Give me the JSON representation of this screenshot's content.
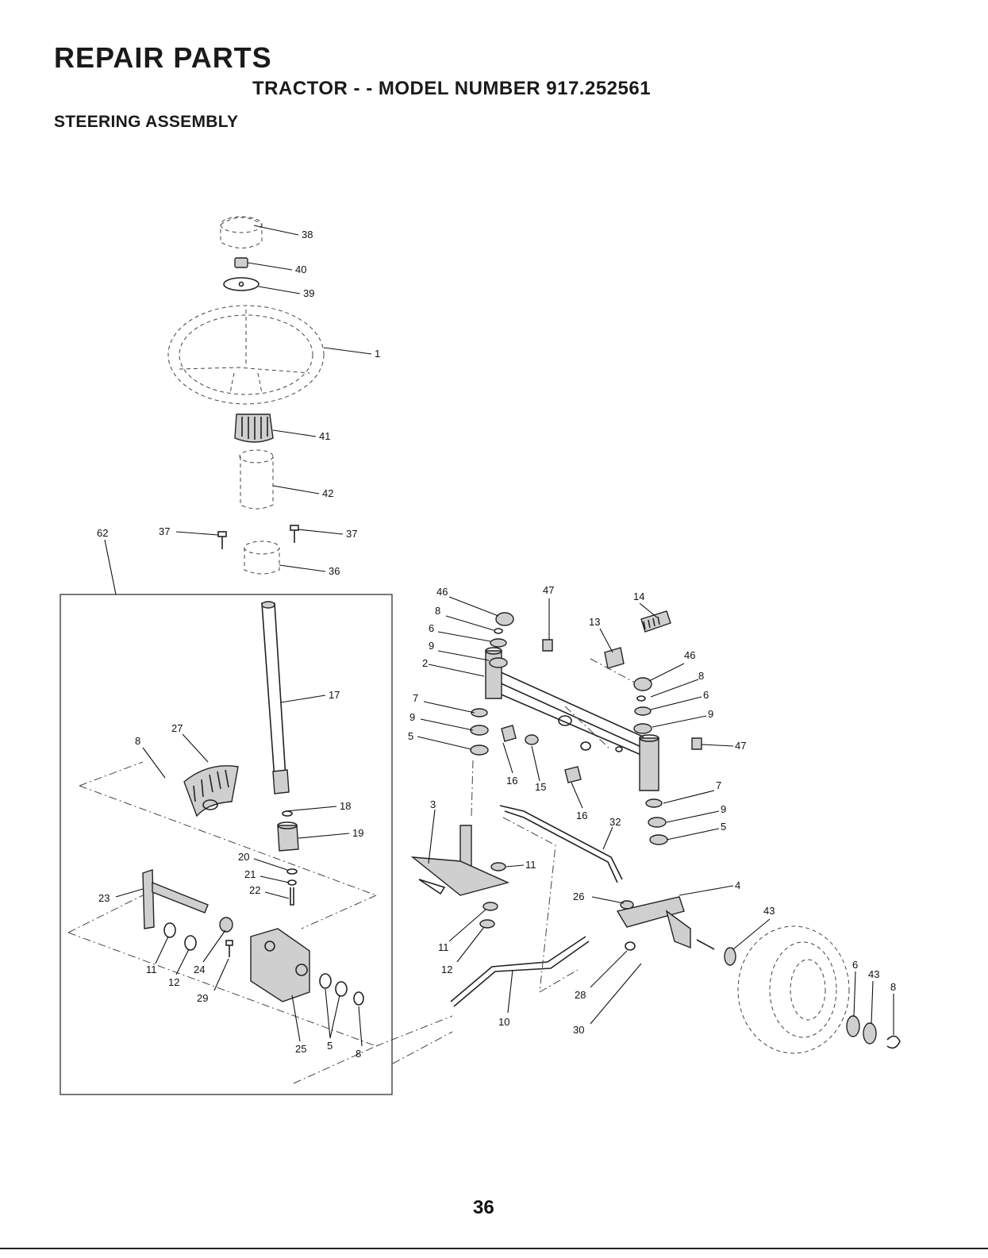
{
  "header": {
    "title": "REPAIR PARTS",
    "subtitle": "TRACTOR - - MODEL NUMBER 917.252561",
    "section": "STEERING ASSEMBLY"
  },
  "page_number": "36",
  "callouts": [
    {
      "id": "c38",
      "label": "38"
    },
    {
      "id": "c40",
      "label": "40"
    },
    {
      "id": "c39",
      "label": "39"
    },
    {
      "id": "c1",
      "label": "1"
    },
    {
      "id": "c41",
      "label": "41"
    },
    {
      "id": "c42",
      "label": "42"
    },
    {
      "id": "c62",
      "label": "62"
    },
    {
      "id": "c37a",
      "label": "37"
    },
    {
      "id": "c37b",
      "label": "37"
    },
    {
      "id": "c36",
      "label": "36"
    },
    {
      "id": "c17",
      "label": "17"
    },
    {
      "id": "c27",
      "label": "27"
    },
    {
      "id": "c8a",
      "label": "8"
    },
    {
      "id": "c18",
      "label": "18"
    },
    {
      "id": "c19",
      "label": "19"
    },
    {
      "id": "c20",
      "label": "20"
    },
    {
      "id": "c21",
      "label": "21"
    },
    {
      "id": "c22",
      "label": "22"
    },
    {
      "id": "c23",
      "label": "23"
    },
    {
      "id": "c11a",
      "label": "11"
    },
    {
      "id": "c12a",
      "label": "12"
    },
    {
      "id": "c24",
      "label": "24"
    },
    {
      "id": "c29",
      "label": "29"
    },
    {
      "id": "c25",
      "label": "25"
    },
    {
      "id": "c5a",
      "label": "5"
    },
    {
      "id": "c8b",
      "label": "8"
    },
    {
      "id": "c46a",
      "label": "46"
    },
    {
      "id": "c8c",
      "label": "8"
    },
    {
      "id": "c6a",
      "label": "6"
    },
    {
      "id": "c9a",
      "label": "9"
    },
    {
      "id": "c47a",
      "label": "47"
    },
    {
      "id": "c14",
      "label": "14"
    },
    {
      "id": "c13",
      "label": "13"
    },
    {
      "id": "c2",
      "label": "2"
    },
    {
      "id": "c46b",
      "label": "46"
    },
    {
      "id": "c8d",
      "label": "8"
    },
    {
      "id": "c6b",
      "label": "6"
    },
    {
      "id": "c9b",
      "label": "9"
    },
    {
      "id": "c47b",
      "label": "47"
    },
    {
      "id": "c7a",
      "label": "7"
    },
    {
      "id": "c9c",
      "label": "9"
    },
    {
      "id": "c5b",
      "label": "5"
    },
    {
      "id": "c16a",
      "label": "16"
    },
    {
      "id": "c15",
      "label": "15"
    },
    {
      "id": "c16b",
      "label": "16"
    },
    {
      "id": "c7b",
      "label": "7"
    },
    {
      "id": "c9d",
      "label": "9"
    },
    {
      "id": "c5c",
      "label": "5"
    },
    {
      "id": "c3",
      "label": "3"
    },
    {
      "id": "c32",
      "label": "32"
    },
    {
      "id": "c11b",
      "label": "11"
    },
    {
      "id": "c4",
      "label": "4"
    },
    {
      "id": "c26",
      "label": "26"
    },
    {
      "id": "c43a",
      "label": "43"
    },
    {
      "id": "c11c",
      "label": "11"
    },
    {
      "id": "c12b",
      "label": "12"
    },
    {
      "id": "c28",
      "label": "28"
    },
    {
      "id": "c10",
      "label": "10"
    },
    {
      "id": "c30",
      "label": "30"
    },
    {
      "id": "c6c",
      "label": "6"
    },
    {
      "id": "c43b",
      "label": "43"
    },
    {
      "id": "c8e",
      "label": "8"
    }
  ]
}
